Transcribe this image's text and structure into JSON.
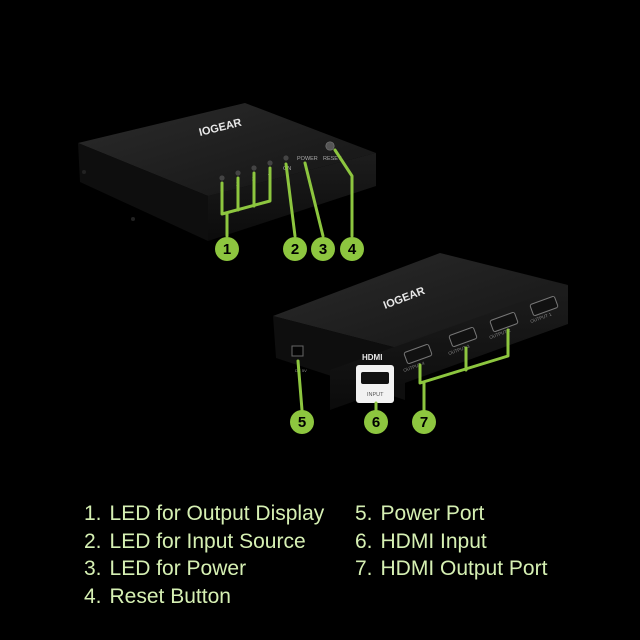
{
  "brand": "IOGEAR",
  "accent_color": "#8dc63f",
  "front_panel": {
    "led_numbers": [
      "1",
      "2",
      "3",
      "4"
    ],
    "on_label": "ON",
    "power_label": "POWER",
    "reset_label": "RESET"
  },
  "back_panel": {
    "hdmi_logo": "HDMI",
    "input_label": "INPUT",
    "output_labels": [
      "OUTPUT 4",
      "OUTPUT 3",
      "OUTPUT 2",
      "OUTPUT 1"
    ],
    "dc_label": "DC 5V"
  },
  "callouts": [
    "1",
    "2",
    "3",
    "4",
    "5",
    "6",
    "7"
  ],
  "legend": [
    {
      "num": "1.",
      "text": "LED for Output Display"
    },
    {
      "num": "2.",
      "text": "LED for Input Source"
    },
    {
      "num": "3.",
      "text": "LED for Power"
    },
    {
      "num": "4.",
      "text": "Reset Button"
    },
    {
      "num": "5.",
      "text": "Power Port"
    },
    {
      "num": "6.",
      "text": "HDMI Input"
    },
    {
      "num": "7.",
      "text": "HDMI Output Port"
    }
  ]
}
